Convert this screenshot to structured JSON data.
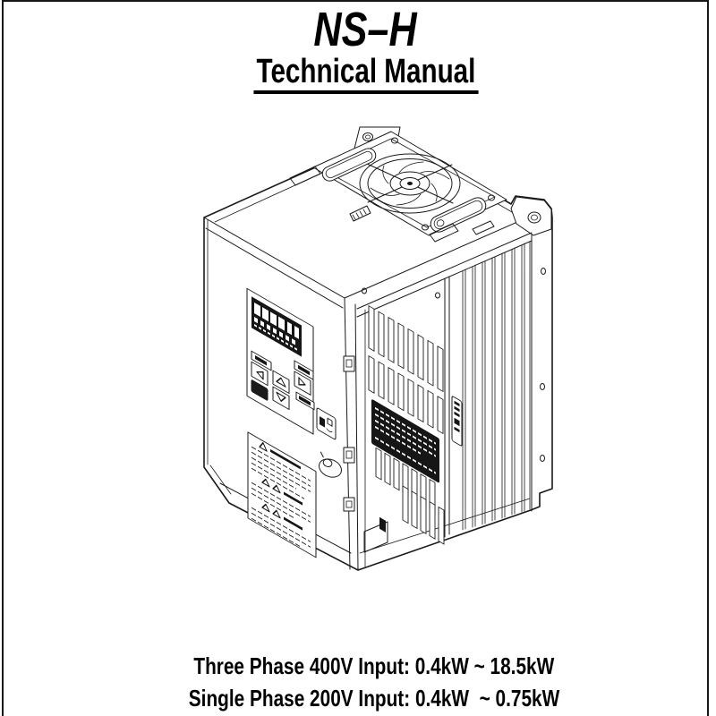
{
  "page": {
    "title": "NS–H",
    "subtitle": "Technical Manual",
    "specs": [
      "Three Phase 400V Input: 0.4kW ~ 18.5kW",
      "Single Phase 200V Input: 0.4kW  ~ 0.75kW"
    ]
  },
  "figure": {
    "alt": "inverter-isometric-line-drawing"
  },
  "colors": {
    "ink": "#000000",
    "paper": "#ffffff"
  }
}
